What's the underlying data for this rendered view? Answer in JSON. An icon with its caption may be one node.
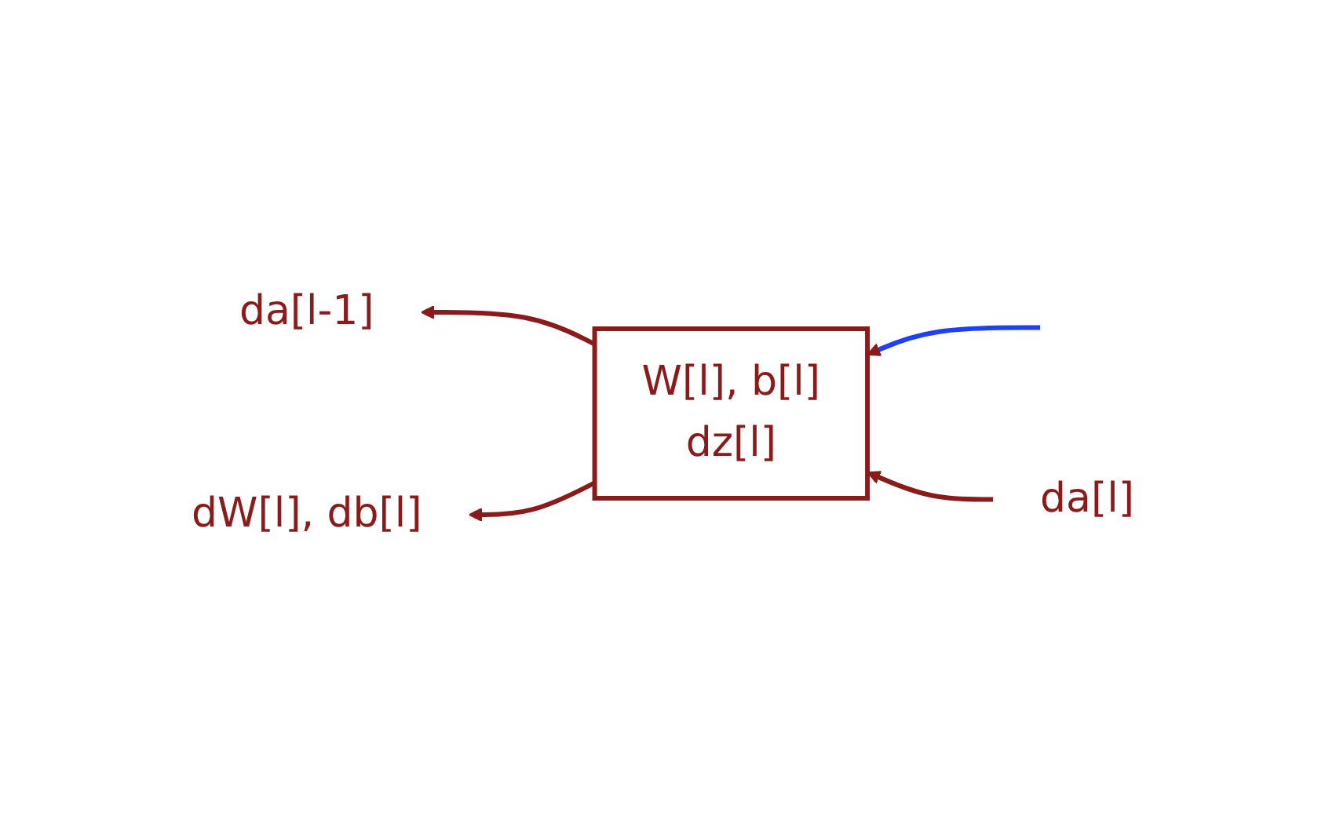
{
  "diagram": {
    "nodes": [
      {
        "text": [
          "W[l], b[l]",
          "dz[l]"
        ]
      },
      {
        "text": [
          "da[l]"
        ]
      },
      {
        "text": [
          "da[l-1]"
        ]
      },
      {
        "text": [
          "dW[l], db[l]"
        ]
      }
    ],
    "edges": [
      {
        "from": null,
        "to": 0,
        "arrow": "to",
        "color": "#1f3fff"
      },
      {
        "from": 1,
        "to": 0,
        "arrow": "to"
      },
      {
        "from": 0,
        "to": 2,
        "arrow": "to"
      },
      {
        "from": 0,
        "to": 3,
        "arrow": "to"
      }
    ]
  }
}
